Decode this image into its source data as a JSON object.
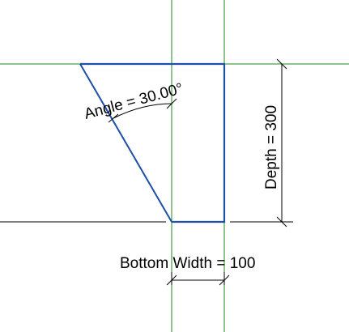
{
  "dimensions": {
    "angle_label": "Angle = 30.00°",
    "depth_label": "Depth = 300",
    "bottom_width_label": "Bottom Width = 100"
  },
  "colors": {
    "reference_line": "#1a8a1a",
    "profile_line": "#1f4fa8",
    "dimension_line": "#000000",
    "background": "#ffffff"
  }
}
